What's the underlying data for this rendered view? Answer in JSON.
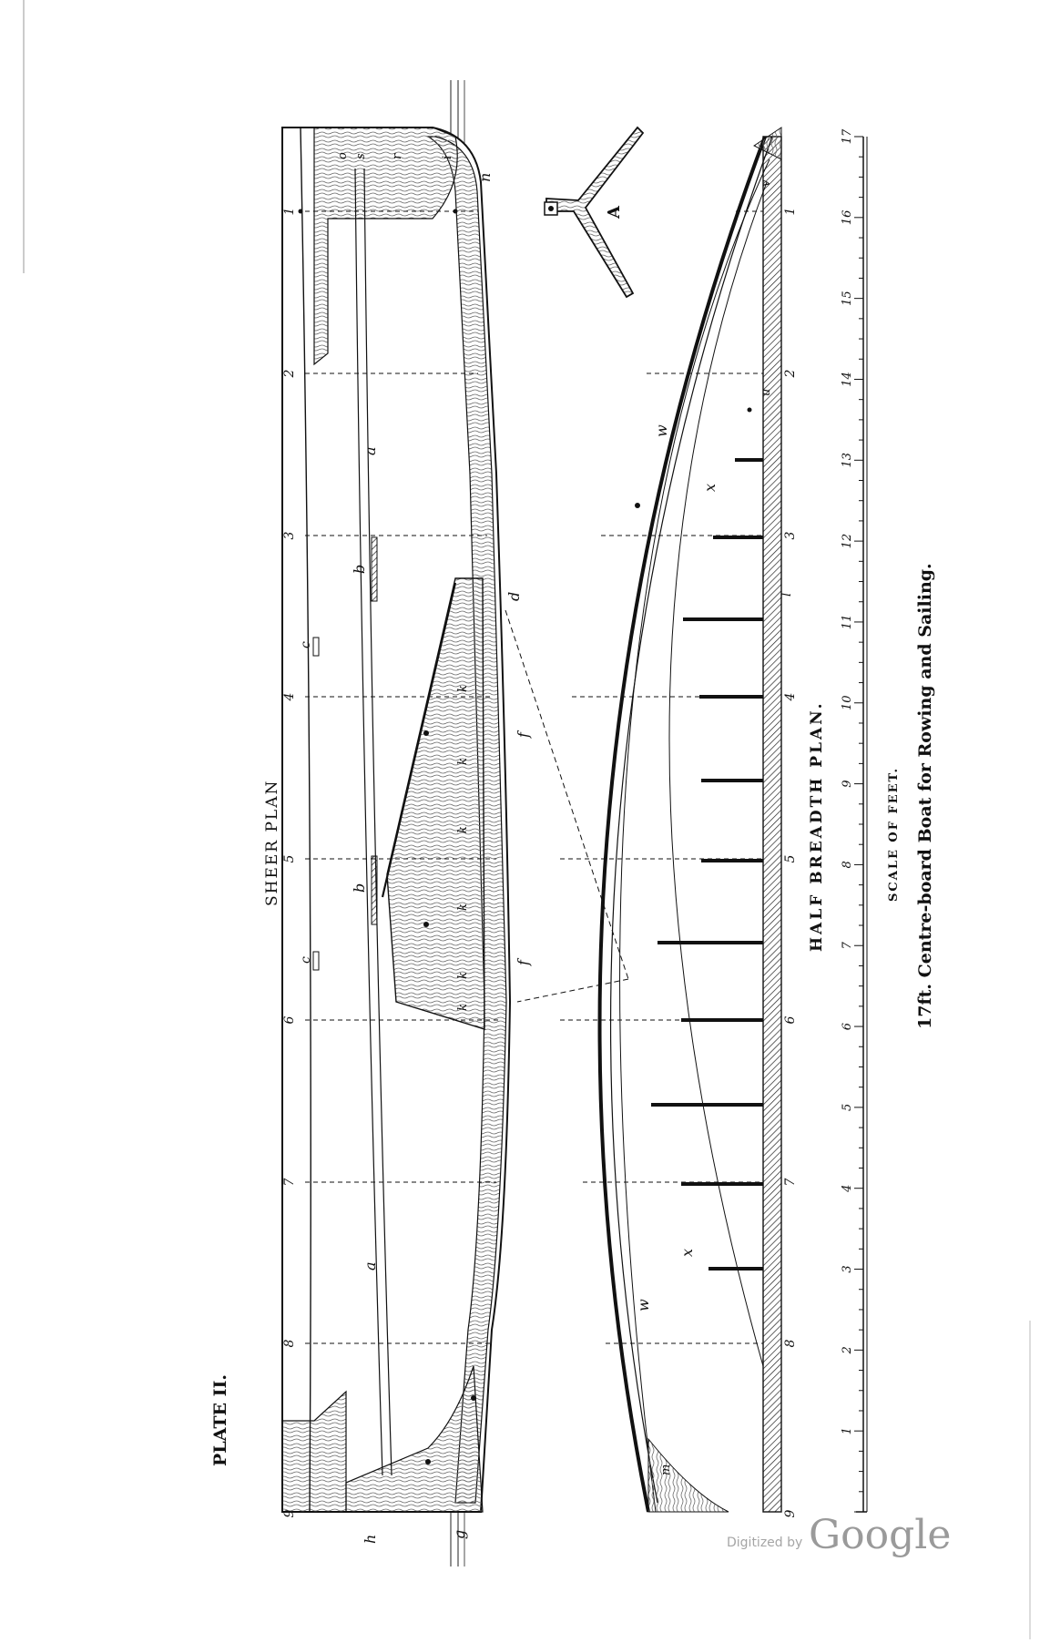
{
  "plate": {
    "label": "PLATE II."
  },
  "sheer_plan": {
    "title": "SHEER PLAN",
    "station_numbers": [
      "1",
      "2",
      "3",
      "4",
      "5",
      "6",
      "7",
      "8",
      "9"
    ],
    "letters": {
      "stem": "n",
      "stern_post_a": "g",
      "stern_post_b": "h",
      "top_a_fwd": "a",
      "top_a_aft": "a",
      "b_fwd": "b",
      "b_aft": "b",
      "c_fwd": "c",
      "c_aft": "c",
      "d": "d",
      "f_fwd": "f",
      "f_aft": "f",
      "k1": "k",
      "k2": "k",
      "k3": "k",
      "k4": "k",
      "k5": "k",
      "k6": "k",
      "bow_o": "o",
      "bow_s": "s",
      "bow_r": "r",
      "bow_i": "i"
    }
  },
  "half_breadth_plan": {
    "title": "HALF BREADTH PLAN.",
    "station_numbers": [
      "1",
      "2",
      "3",
      "4",
      "5",
      "6",
      "7",
      "8",
      "9"
    ],
    "letters": {
      "w_fwd": "w",
      "w_aft": "w",
      "x_fwd": "x",
      "x_aft": "x",
      "v": "v",
      "u": "u",
      "l": "l",
      "m": "m"
    }
  },
  "detail": {
    "label": "A"
  },
  "scale": {
    "title": "SCALE OF FEET.",
    "ticks": [
      "1",
      "2",
      "3",
      "4",
      "5",
      "6",
      "7",
      "8",
      "9",
      "10",
      "11",
      "12",
      "13",
      "14",
      "15",
      "16",
      "17"
    ]
  },
  "caption": "17ft. Centre-board Boat for Rowing and Sailing.",
  "watermark": {
    "prefix": "Digitized by",
    "brand": "Google"
  },
  "colors": {
    "ink": "#111111",
    "grain": "#555555",
    "paper": "#ffffff",
    "watermark": "#9a9a9a"
  }
}
